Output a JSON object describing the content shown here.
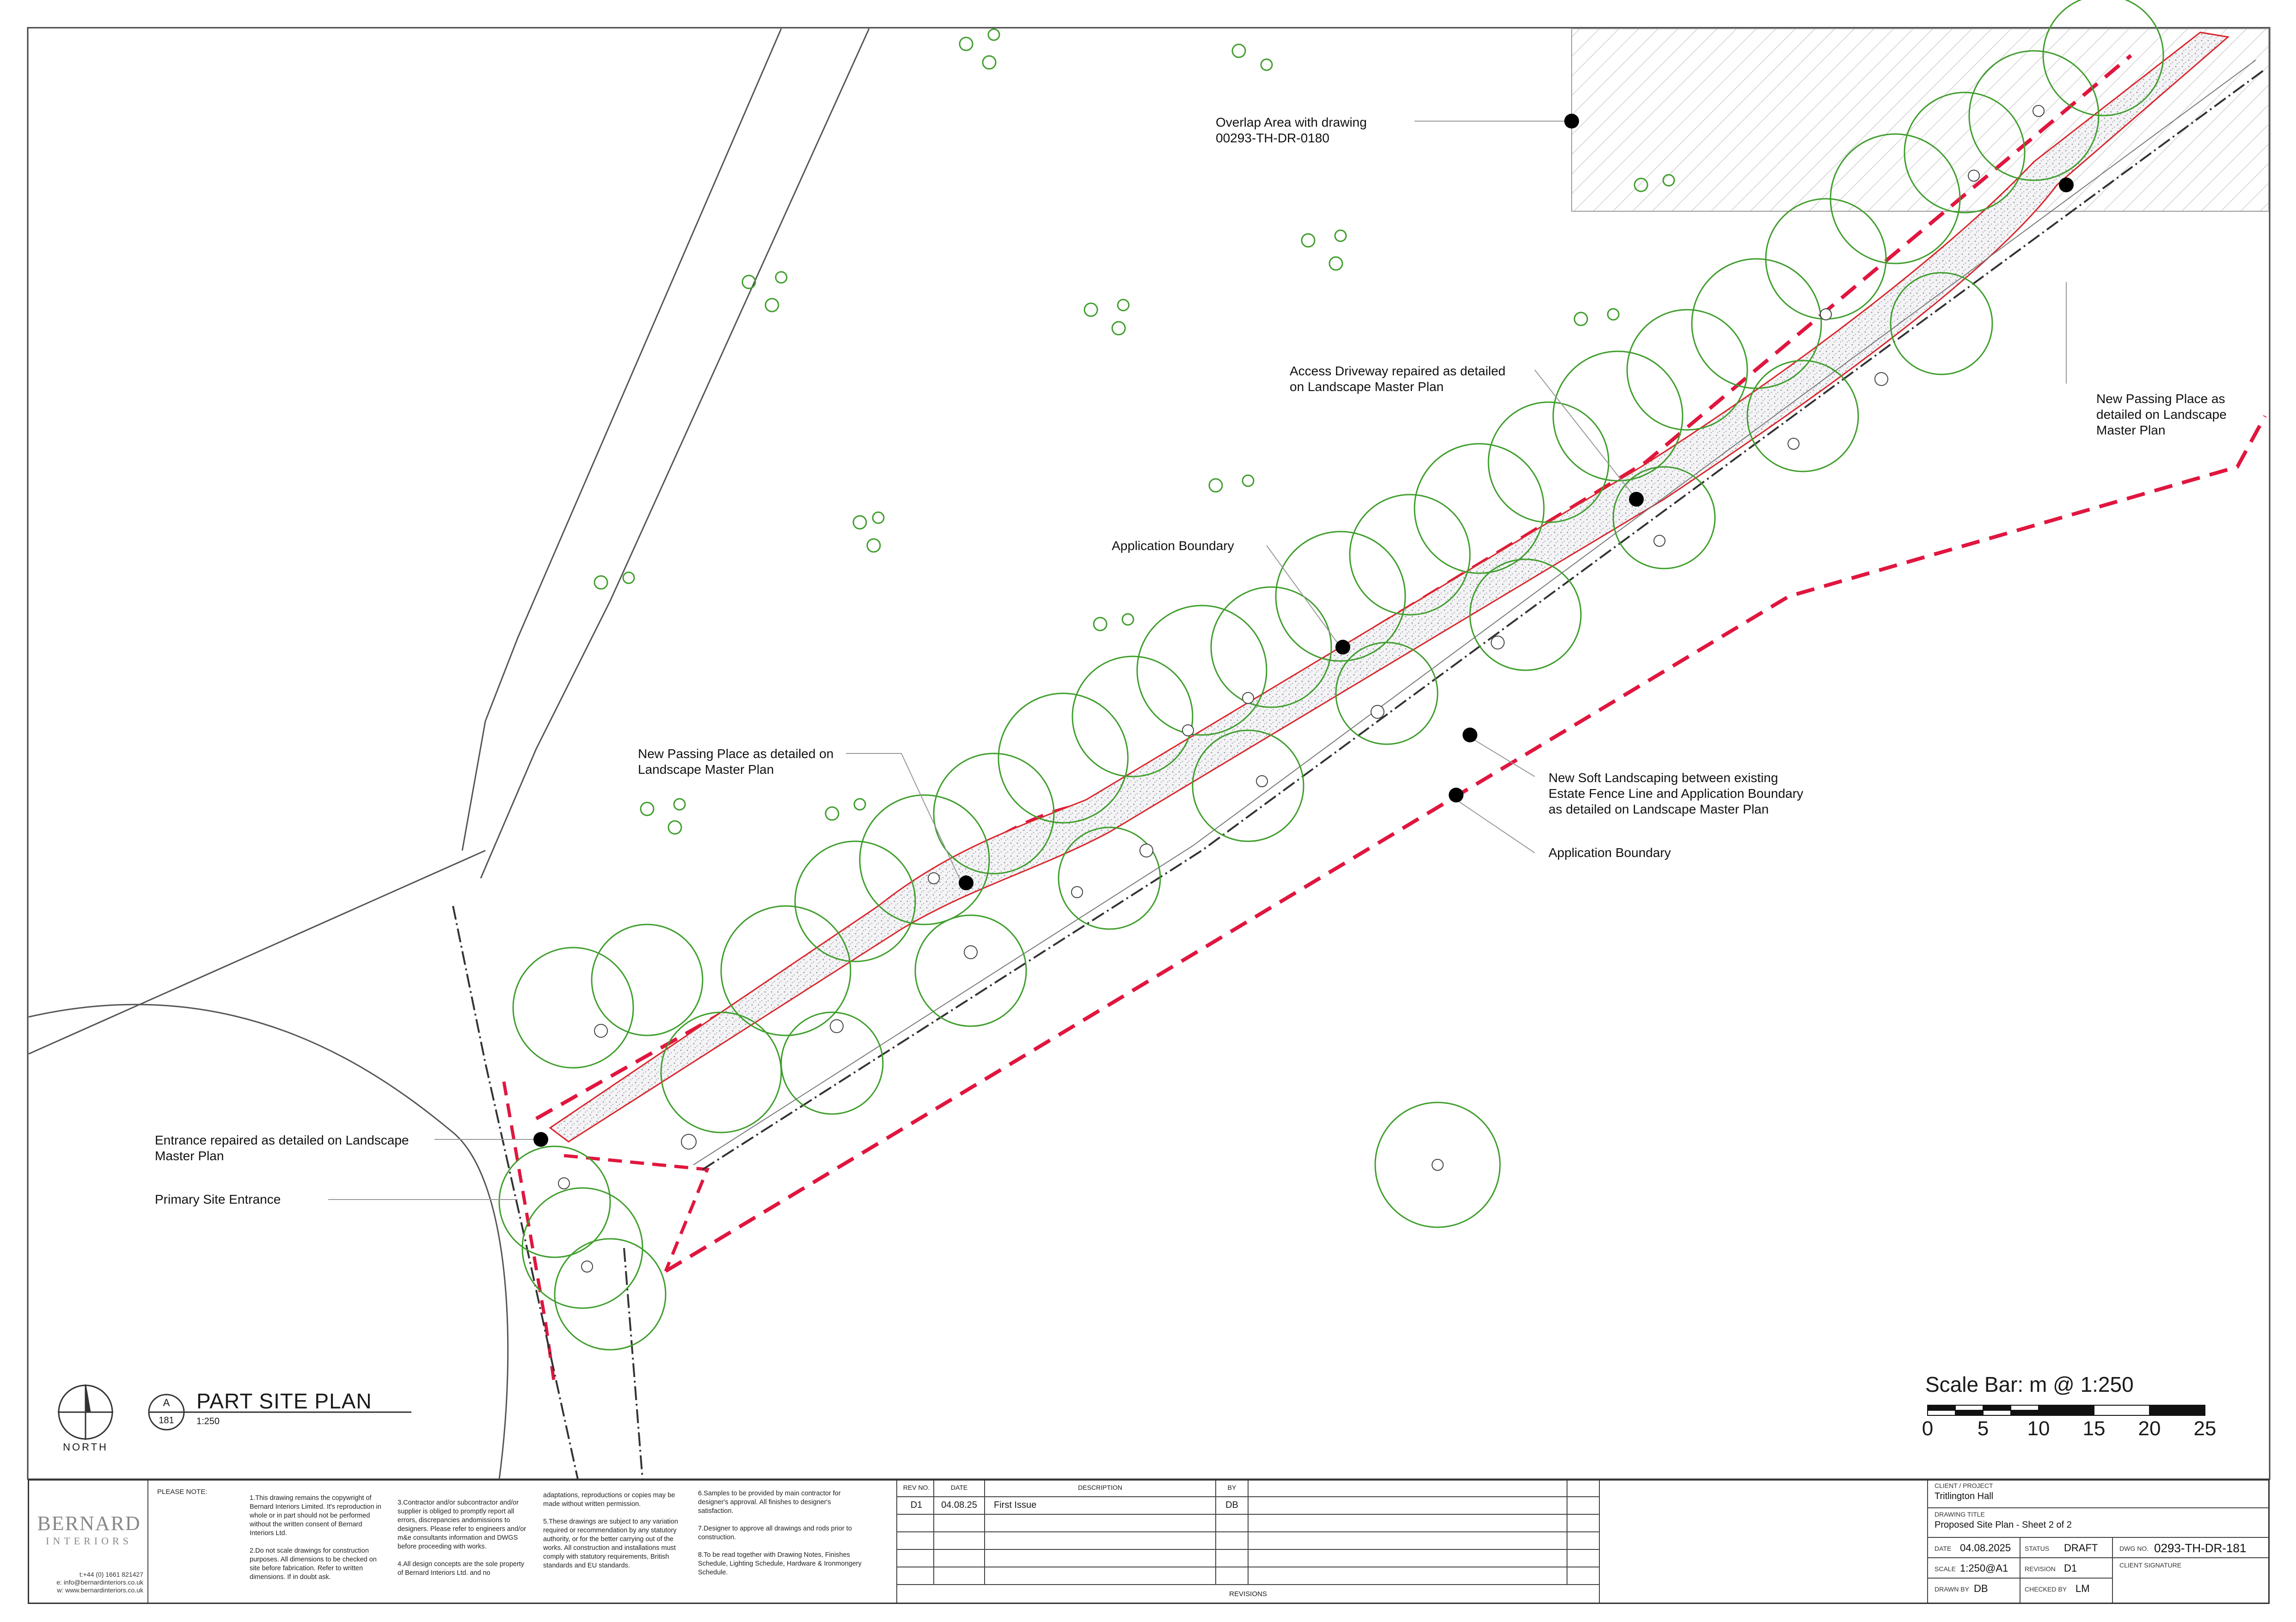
{
  "callouts": {
    "overlap": "Overlap Area with drawing\n00293-TH-DR-0180",
    "access_driveway": "Access Driveway repaired as detailed\non Landscape Master Plan",
    "new_passing_place_right": "New Passing Place as\ndetailed on Landscape\nMaster Plan",
    "application_boundary_upper": "Application Boundary",
    "new_passing_place_left": "New Passing Place as detailed on\nLandscape Master Plan",
    "soft_landscaping": "New Soft Landscaping between existing\nEstate Fence Line and Application Boundary\nas detailed on Landscape Master Plan",
    "application_boundary_lower": "Application Boundary",
    "entrance": "Entrance repaired as detailed on Landscape\nMaster Plan",
    "primary_entrance": "Primary Site Entrance"
  },
  "drawing": {
    "north_label": "NORTH",
    "view_ref_letter": "A",
    "view_ref_number": "181",
    "view_title": "PART SITE PLAN",
    "view_scale": "1:250"
  },
  "scale_bar": {
    "title": "Scale Bar: m @ 1:250",
    "ticks": [
      "0",
      "5",
      "10",
      "15",
      "20",
      "25"
    ]
  },
  "company": {
    "name_line1": "BERNARD",
    "name_line2": "INTERIORS",
    "phone": "t:+44 (0) 1661 821427",
    "email": "e: info@bernardinteriors.co.uk",
    "web": "w: www.bernardinteriors.co.uk"
  },
  "notes": {
    "heading": "PLEASE NOTE:",
    "col1": "1.This drawing remains the copywright of Bernard Interiors Limited. It's reproduction in whole or in part should not be performed without the written consent of Bernard Interiors Ltd.\n\n2.Do not scale drawings for construction purposes. All dimensions to be checked on site before fabrication. Refer to written dimensions. If in doubt ask.",
    "col2": "3.Contractor and/or subcontractor and/or supplier is obliged to promptly report all errors, discrepancies andomissions to designers. Please refer to engineers and/or m&e consultants information and DWGS before proceeding with works.\n\n4.All design concepts are the sole property of Bernard Interiors Ltd. and no",
    "col3": "adaptations, reproductions or copies may be made without written permission.\n\n5.These drawings are subject to any variation required or recommendation by any statutory authority, or for the better carrying out of the works. All construction and installations must comply with statutory requirements, British standards and EU standards.",
    "col4": "6.Samples to be provided by main contractor for designer's approval. All finishes to designer's satisfaction.\n\n7.Designer to approve all drawings and rods prior to construction.\n\n8.To be read together with Drawing Notes, Finishes Schedule, Lighting Schedule, Hardware & Ironmongery Schedule."
  },
  "revisions": {
    "headers": {
      "rev_no": "REV NO.",
      "date": "DATE",
      "description": "DESCRIPTION",
      "by": "BY"
    },
    "rows": [
      {
        "rev_no": "D1",
        "date": "04.08.25",
        "description": "First Issue",
        "by": "DB"
      }
    ],
    "footer": "REVISIONS"
  },
  "title_block": {
    "client_label": "CLIENT / PROJECT",
    "client": "Tritlington Hall",
    "drawing_title_label": "DRAWING TITLE",
    "drawing_title": "Proposed Site Plan - Sheet 2 of 2",
    "date_label": "DATE",
    "date": "04.08.2025",
    "status_label": "STATUS",
    "status": "DRAFT",
    "dwg_no_label": "DWG NO.",
    "dwg_no": "0293-TH-DR-181",
    "scale_label": "SCALE",
    "scale": "1:250@A1",
    "revision_label": "REVISION",
    "revision": "D1",
    "client_signature_label": "CLIENT SIGNATURE",
    "drawn_by_label": "DRAWN BY",
    "drawn_by": "DB",
    "checked_by_label": "CHECKED BY",
    "checked_by": "LM"
  },
  "colors": {
    "boundary": "#e0163f",
    "tree": "#3f9e2c",
    "line": "#333333",
    "driveway_edge": "#d9272d"
  }
}
